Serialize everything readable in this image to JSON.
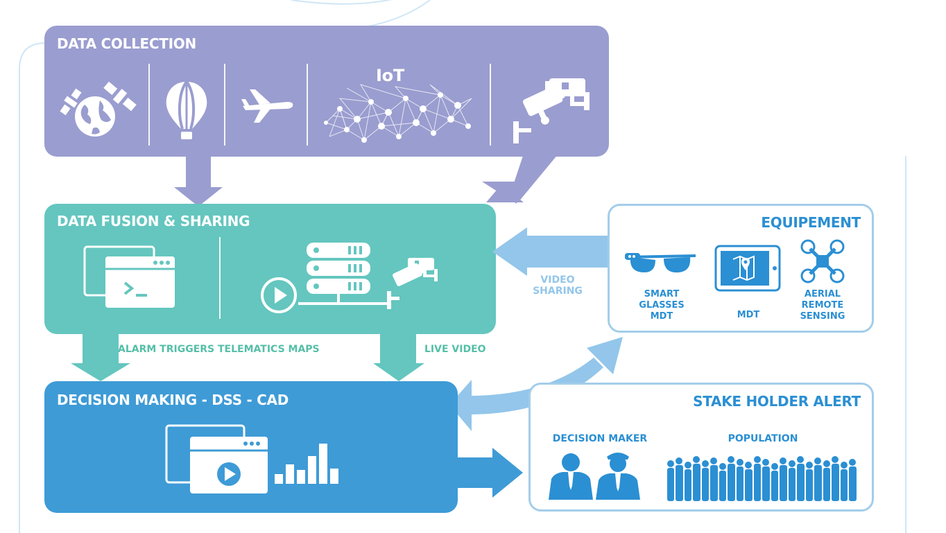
{
  "colors": {
    "collection": "#9a9dcf",
    "fusion": "#64c6bf",
    "decision": "#3e9bd6",
    "equipment_border": "#a3cdea",
    "equipment_title": "#2b8fd3",
    "light_blue": "#93c6ea",
    "green_text": "#55bfa8"
  },
  "data_collection": {
    "title": "DATA COLLECTION",
    "iot_label": "IoT",
    "icons": [
      "satellite-globe-icon",
      "hot-air-balloon-icon",
      "airplane-icon",
      "iot-network-icon",
      "cctv-cameras-icon"
    ]
  },
  "data_fusion": {
    "title": "DATA FUSION & SHARING",
    "icons": [
      "terminal-window-icon",
      "video-server-icon"
    ]
  },
  "flows": {
    "alarm_triggers": "ALARM TRIGGERS TELEMATICS MAPS",
    "live_video": "LIVE VIDEO",
    "video_sharing": "VIDEO\nSHARING"
  },
  "equipment": {
    "title": "EQUIPEMENT",
    "items": [
      {
        "label": "SMART\nGLASSES\nMDT",
        "icon": "smart-glasses-icon"
      },
      {
        "label": "MDT",
        "icon": "tablet-map-icon"
      },
      {
        "label": "AERIAL\nREMOTE\nSENSING",
        "icon": "drone-icon"
      }
    ]
  },
  "decision_making": {
    "title": "DECISION MAKING - DSS - CAD",
    "icons": [
      "video-window-icon",
      "bar-chart-icon"
    ]
  },
  "stakeholder": {
    "title": "STAKE HOLDER ALERT",
    "decision_maker": "DECISION MAKER",
    "population": "POPULATION"
  }
}
